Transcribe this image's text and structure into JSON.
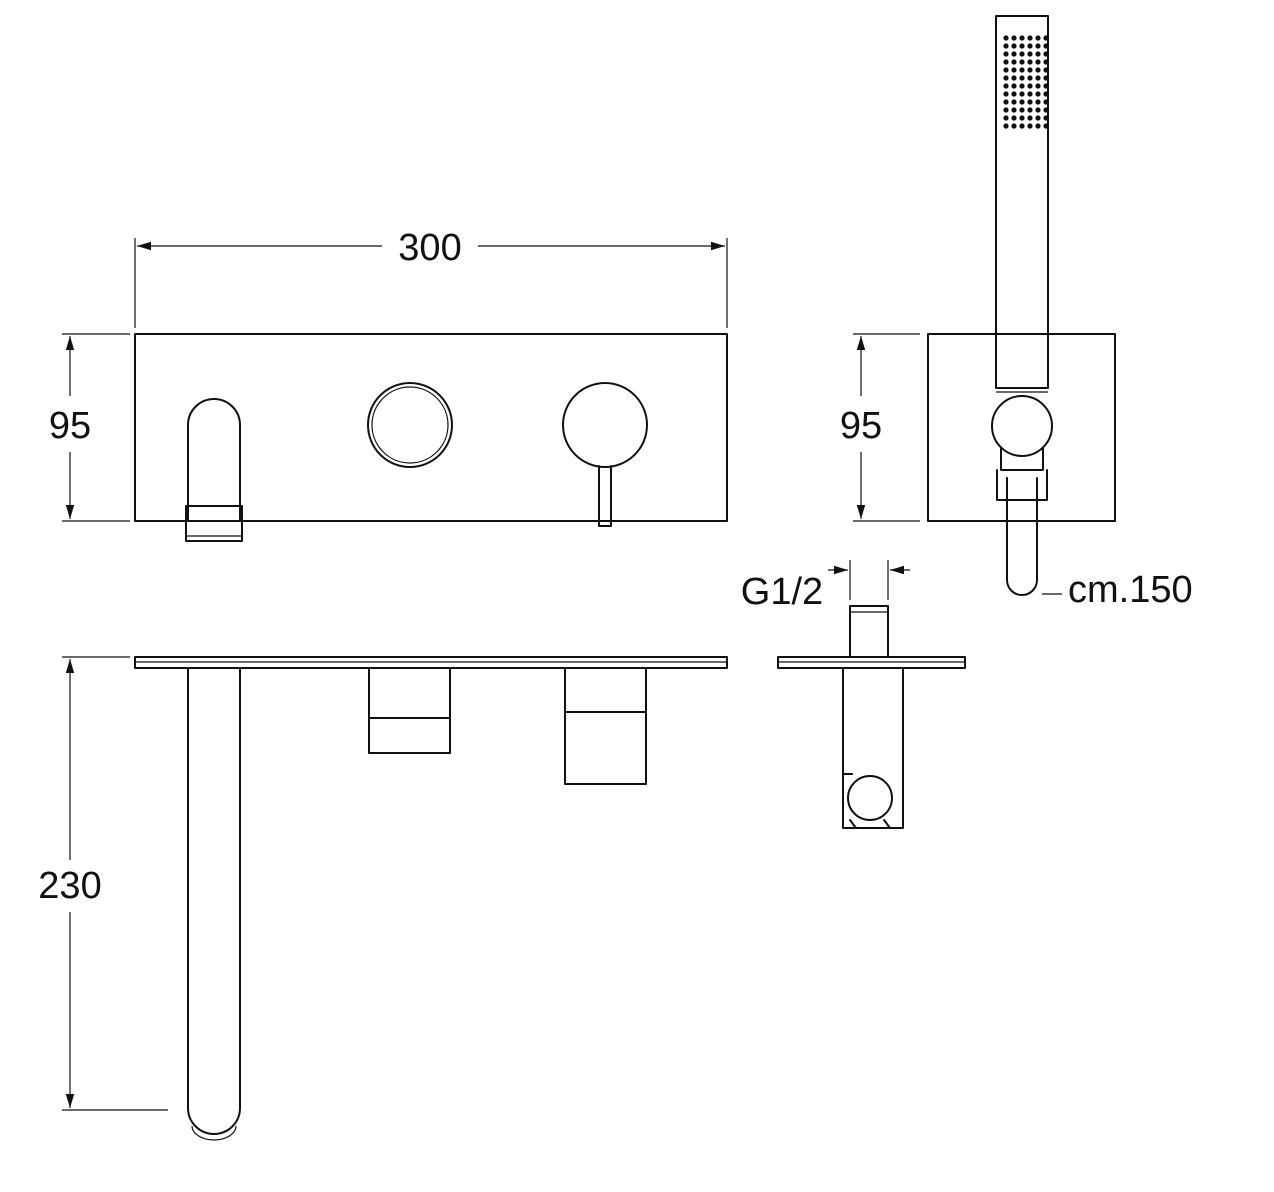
{
  "dimensions": {
    "width_label": "300",
    "height_front_label": "95",
    "height_side_label": "95",
    "projection_label": "230",
    "thread_label": "G1/2",
    "hose_label": "cm.150"
  },
  "colors": {
    "line": "#111111",
    "background": "#ffffff"
  }
}
